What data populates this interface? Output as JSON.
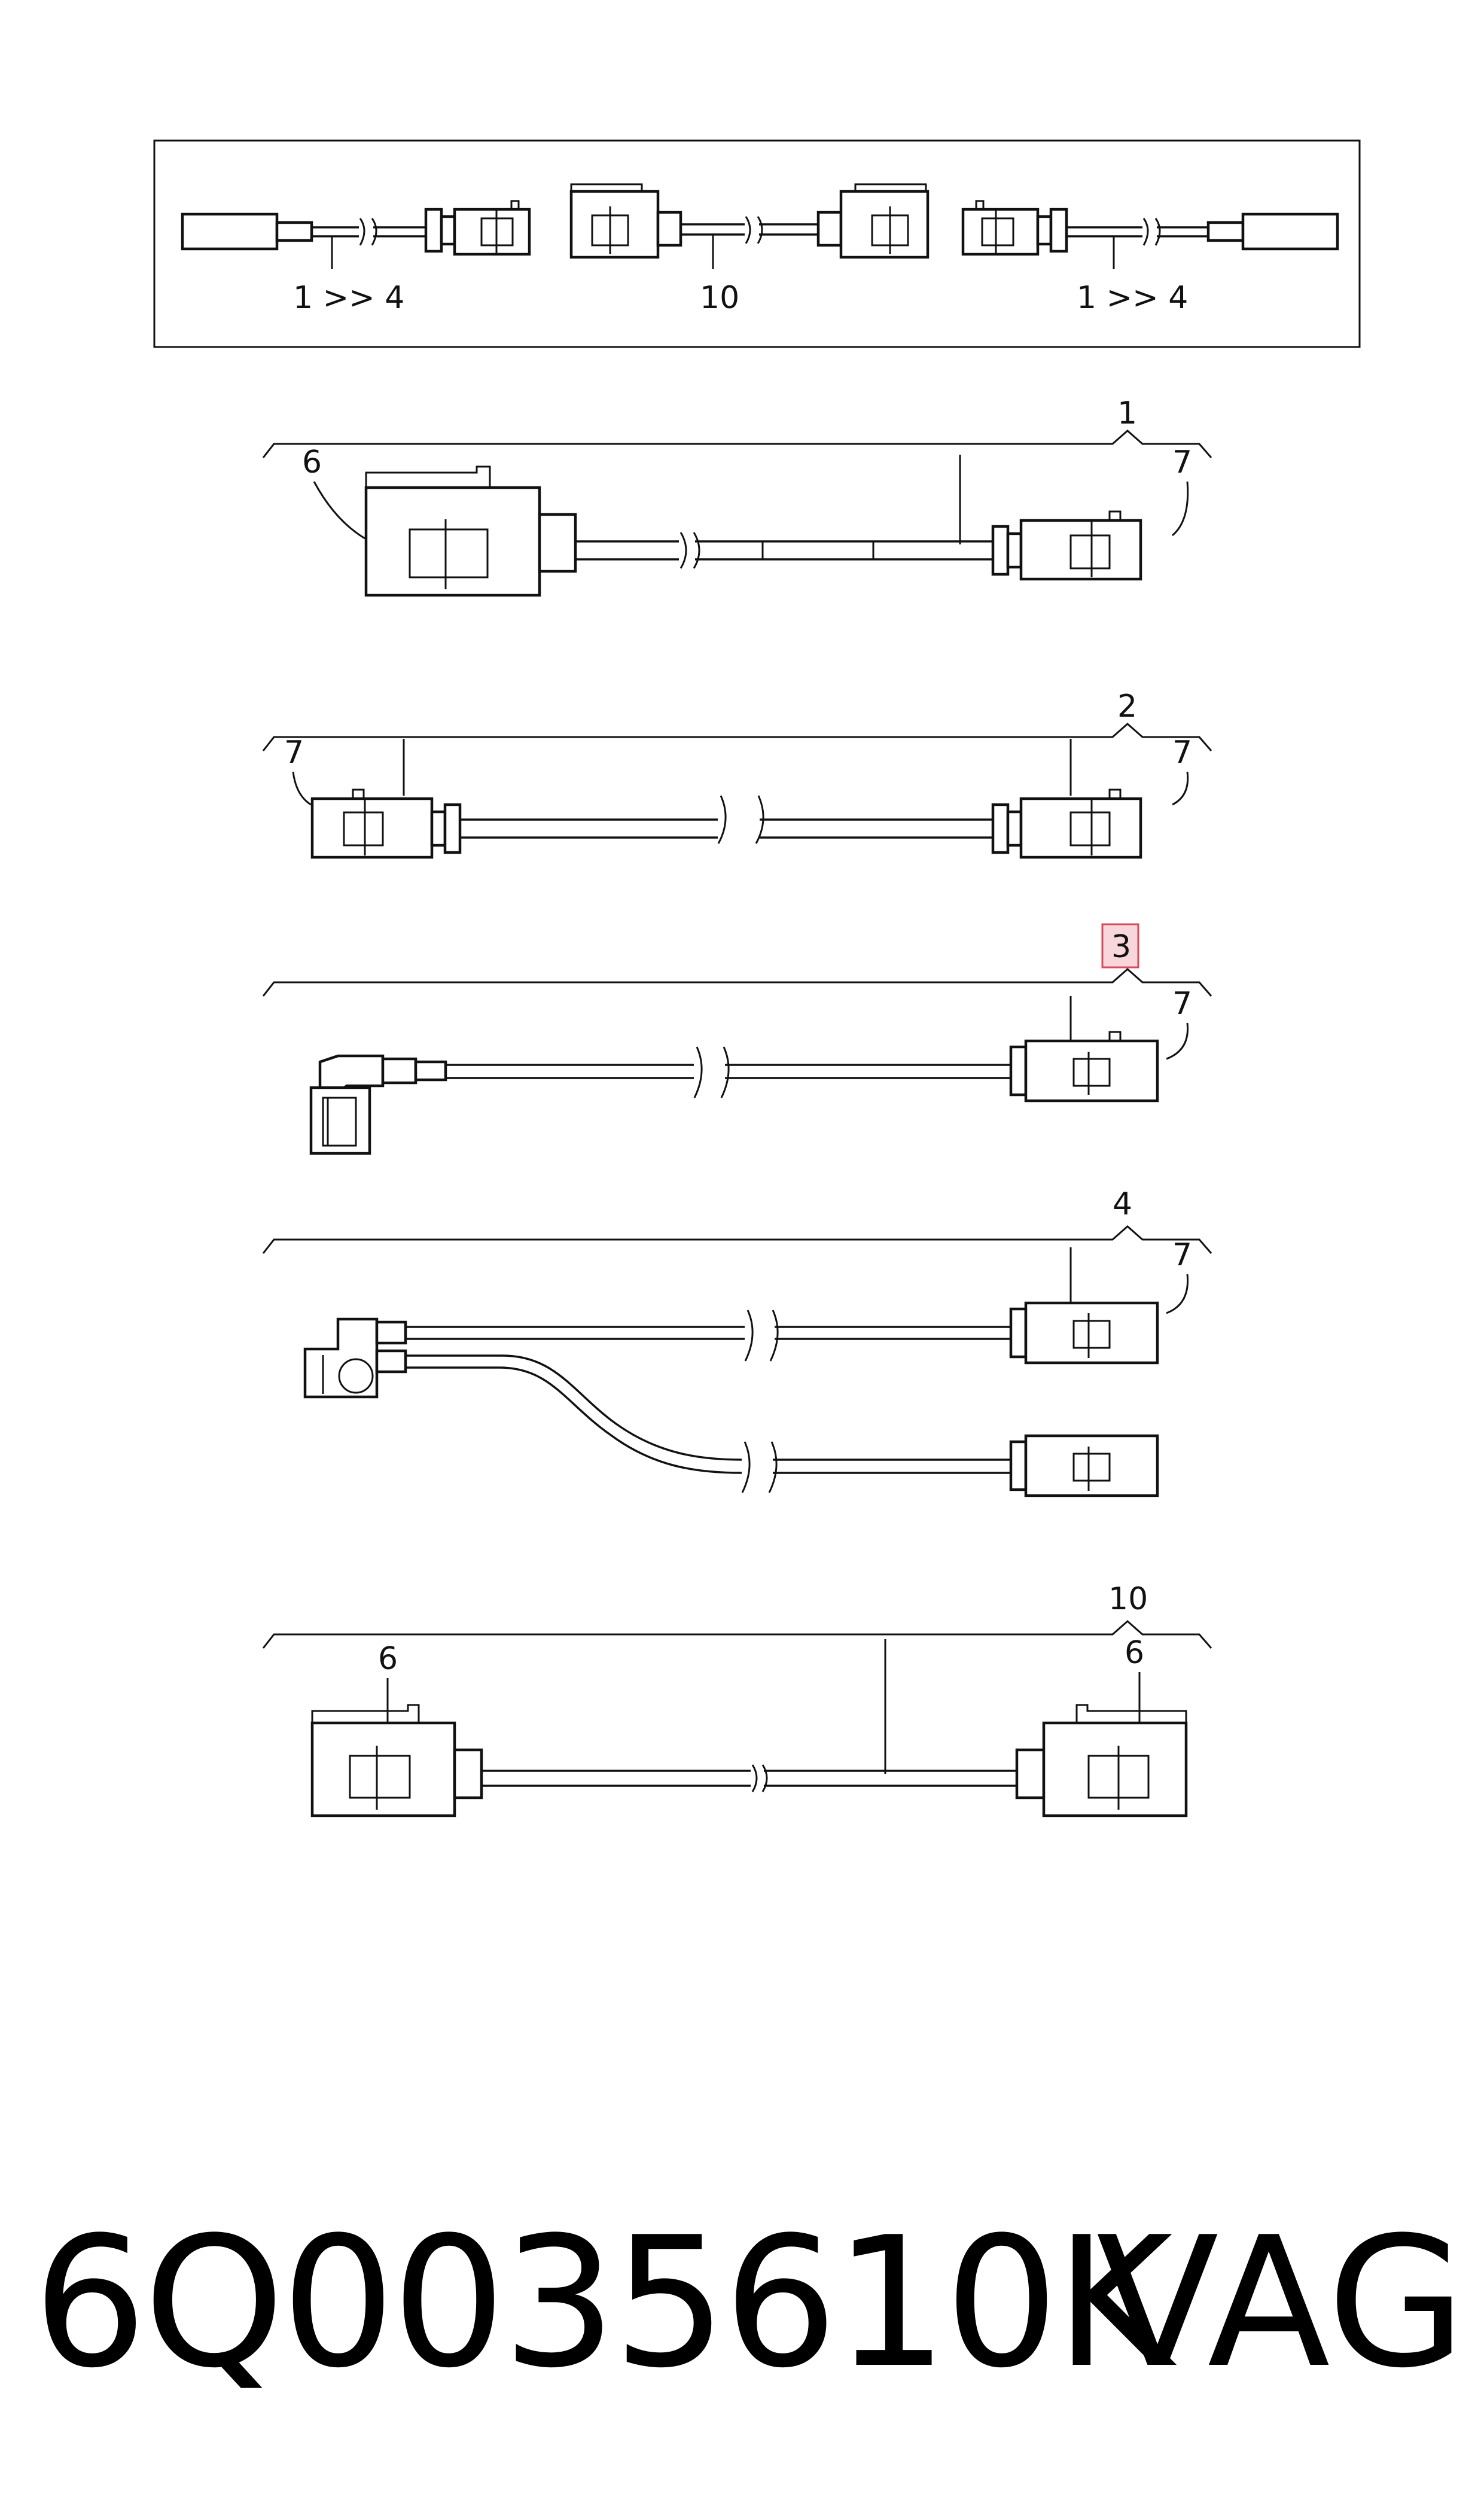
{
  "overview": {
    "label_left": "1 >> 4",
    "label_center": "10",
    "label_right": "1 >> 4"
  },
  "cables": [
    {
      "id": "1",
      "left_end": "6",
      "right_end": "7"
    },
    {
      "id": "2",
      "left_end": "7",
      "right_end": "7"
    },
    {
      "id": "3",
      "left_end": "",
      "right_end": "7",
      "highlighted": true,
      "highlight_color": "#f8d7dc"
    },
    {
      "id": "4",
      "left_end": "",
      "right_end": "7"
    },
    {
      "id": "10",
      "left_end": "6",
      "right_end": "6"
    }
  ],
  "footer": {
    "part_number": "6Q0035610K",
    "brand": "VAG"
  }
}
